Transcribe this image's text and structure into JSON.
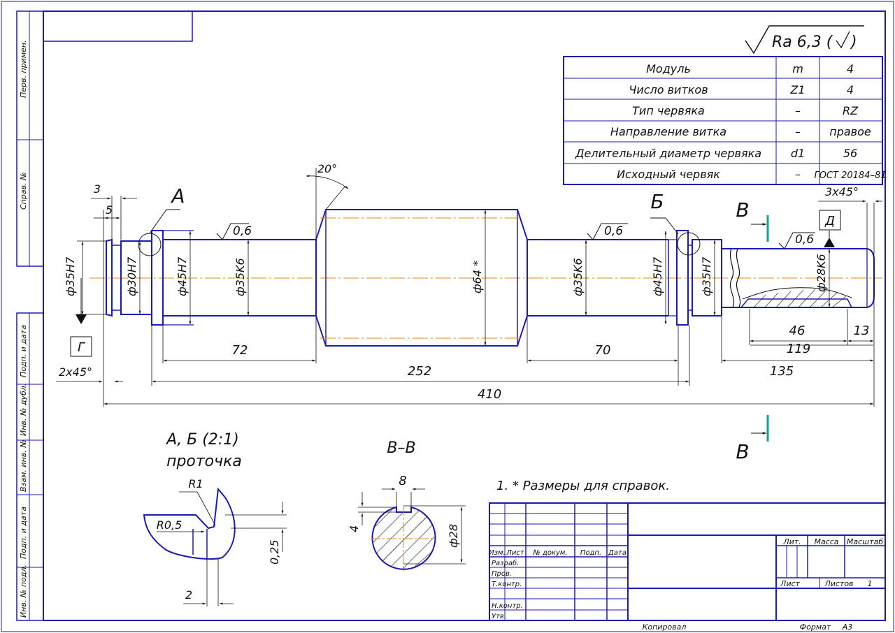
{
  "side_stamp": [
    "Перв. примен.",
    "Справ. №",
    "Подп. и дата",
    "Инв. № дубл.",
    "Взам. инв. №",
    "Подп. и дата",
    "Инв. № подл."
  ],
  "roughness": {
    "main": "Ra 6,3 (",
    "local": "0,6"
  },
  "params_table": {
    "rows": [
      {
        "name": "Модуль",
        "sym": "m",
        "val": "4"
      },
      {
        "name": "Число витков",
        "sym": "Z1",
        "val": "4"
      },
      {
        "name": "Тип червяка",
        "sym": "–",
        "val": "RZ"
      },
      {
        "name": "Направление витка",
        "sym": "–",
        "val": "правое"
      },
      {
        "name": "Делительный диаметр червяка",
        "sym": "d1",
        "val": "56"
      },
      {
        "name": "Исходный червяк",
        "sym": "–",
        "val": "ГОСТ 20184–81"
      }
    ]
  },
  "view_labels": {
    "A": "А",
    "B": "Б",
    "V": "В",
    "G": "Г",
    "D": "Д"
  },
  "diameters": {
    "d35h7_l": "ф35H7",
    "d30h7": "ф30H7",
    "d45h7_l": "ф45H7",
    "d35k6_l": "ф35K6",
    "d64": "ф64 *",
    "d35k6_r": "ф35K6",
    "d45h7_r": "ф45H7",
    "d35h7_r": "ф35H7",
    "d28k6": "ф28K6",
    "d28": "ф28"
  },
  "dims": {
    "d3": "3",
    "d5": "5",
    "d72": "72",
    "d252": "252",
    "d70": "70",
    "d410": "410",
    "d46": "46",
    "d13": "13",
    "d119": "119",
    "d135": "135",
    "ch2": "2x45°",
    "ch3": "3x45°",
    "ang20": "20°",
    "d8": "8",
    "d4": "4",
    "r1": "R1",
    "r05": "R0,5",
    "g025": "0,25",
    "d2": "2"
  },
  "detail": {
    "title1": "А, Б (2:1)",
    "title2": "проточка",
    "section": "В–В"
  },
  "note": "1.  * Размеры для справок.",
  "title_block": {
    "cols": [
      "Изм.",
      "Лист",
      "№ докум.",
      "Подп.",
      "Дата"
    ],
    "rows": [
      "Разраб.",
      "Пров.",
      "Т.контр.",
      "Н.контр.",
      "Утв."
    ],
    "lit": "Лит.",
    "mass": "Масса",
    "scale": "Масштаб",
    "sheet": "Лист",
    "sheets": "Листов",
    "sheets_n": "1",
    "copied": "Копировал",
    "format": "Формат",
    "format_val": "А3"
  }
}
